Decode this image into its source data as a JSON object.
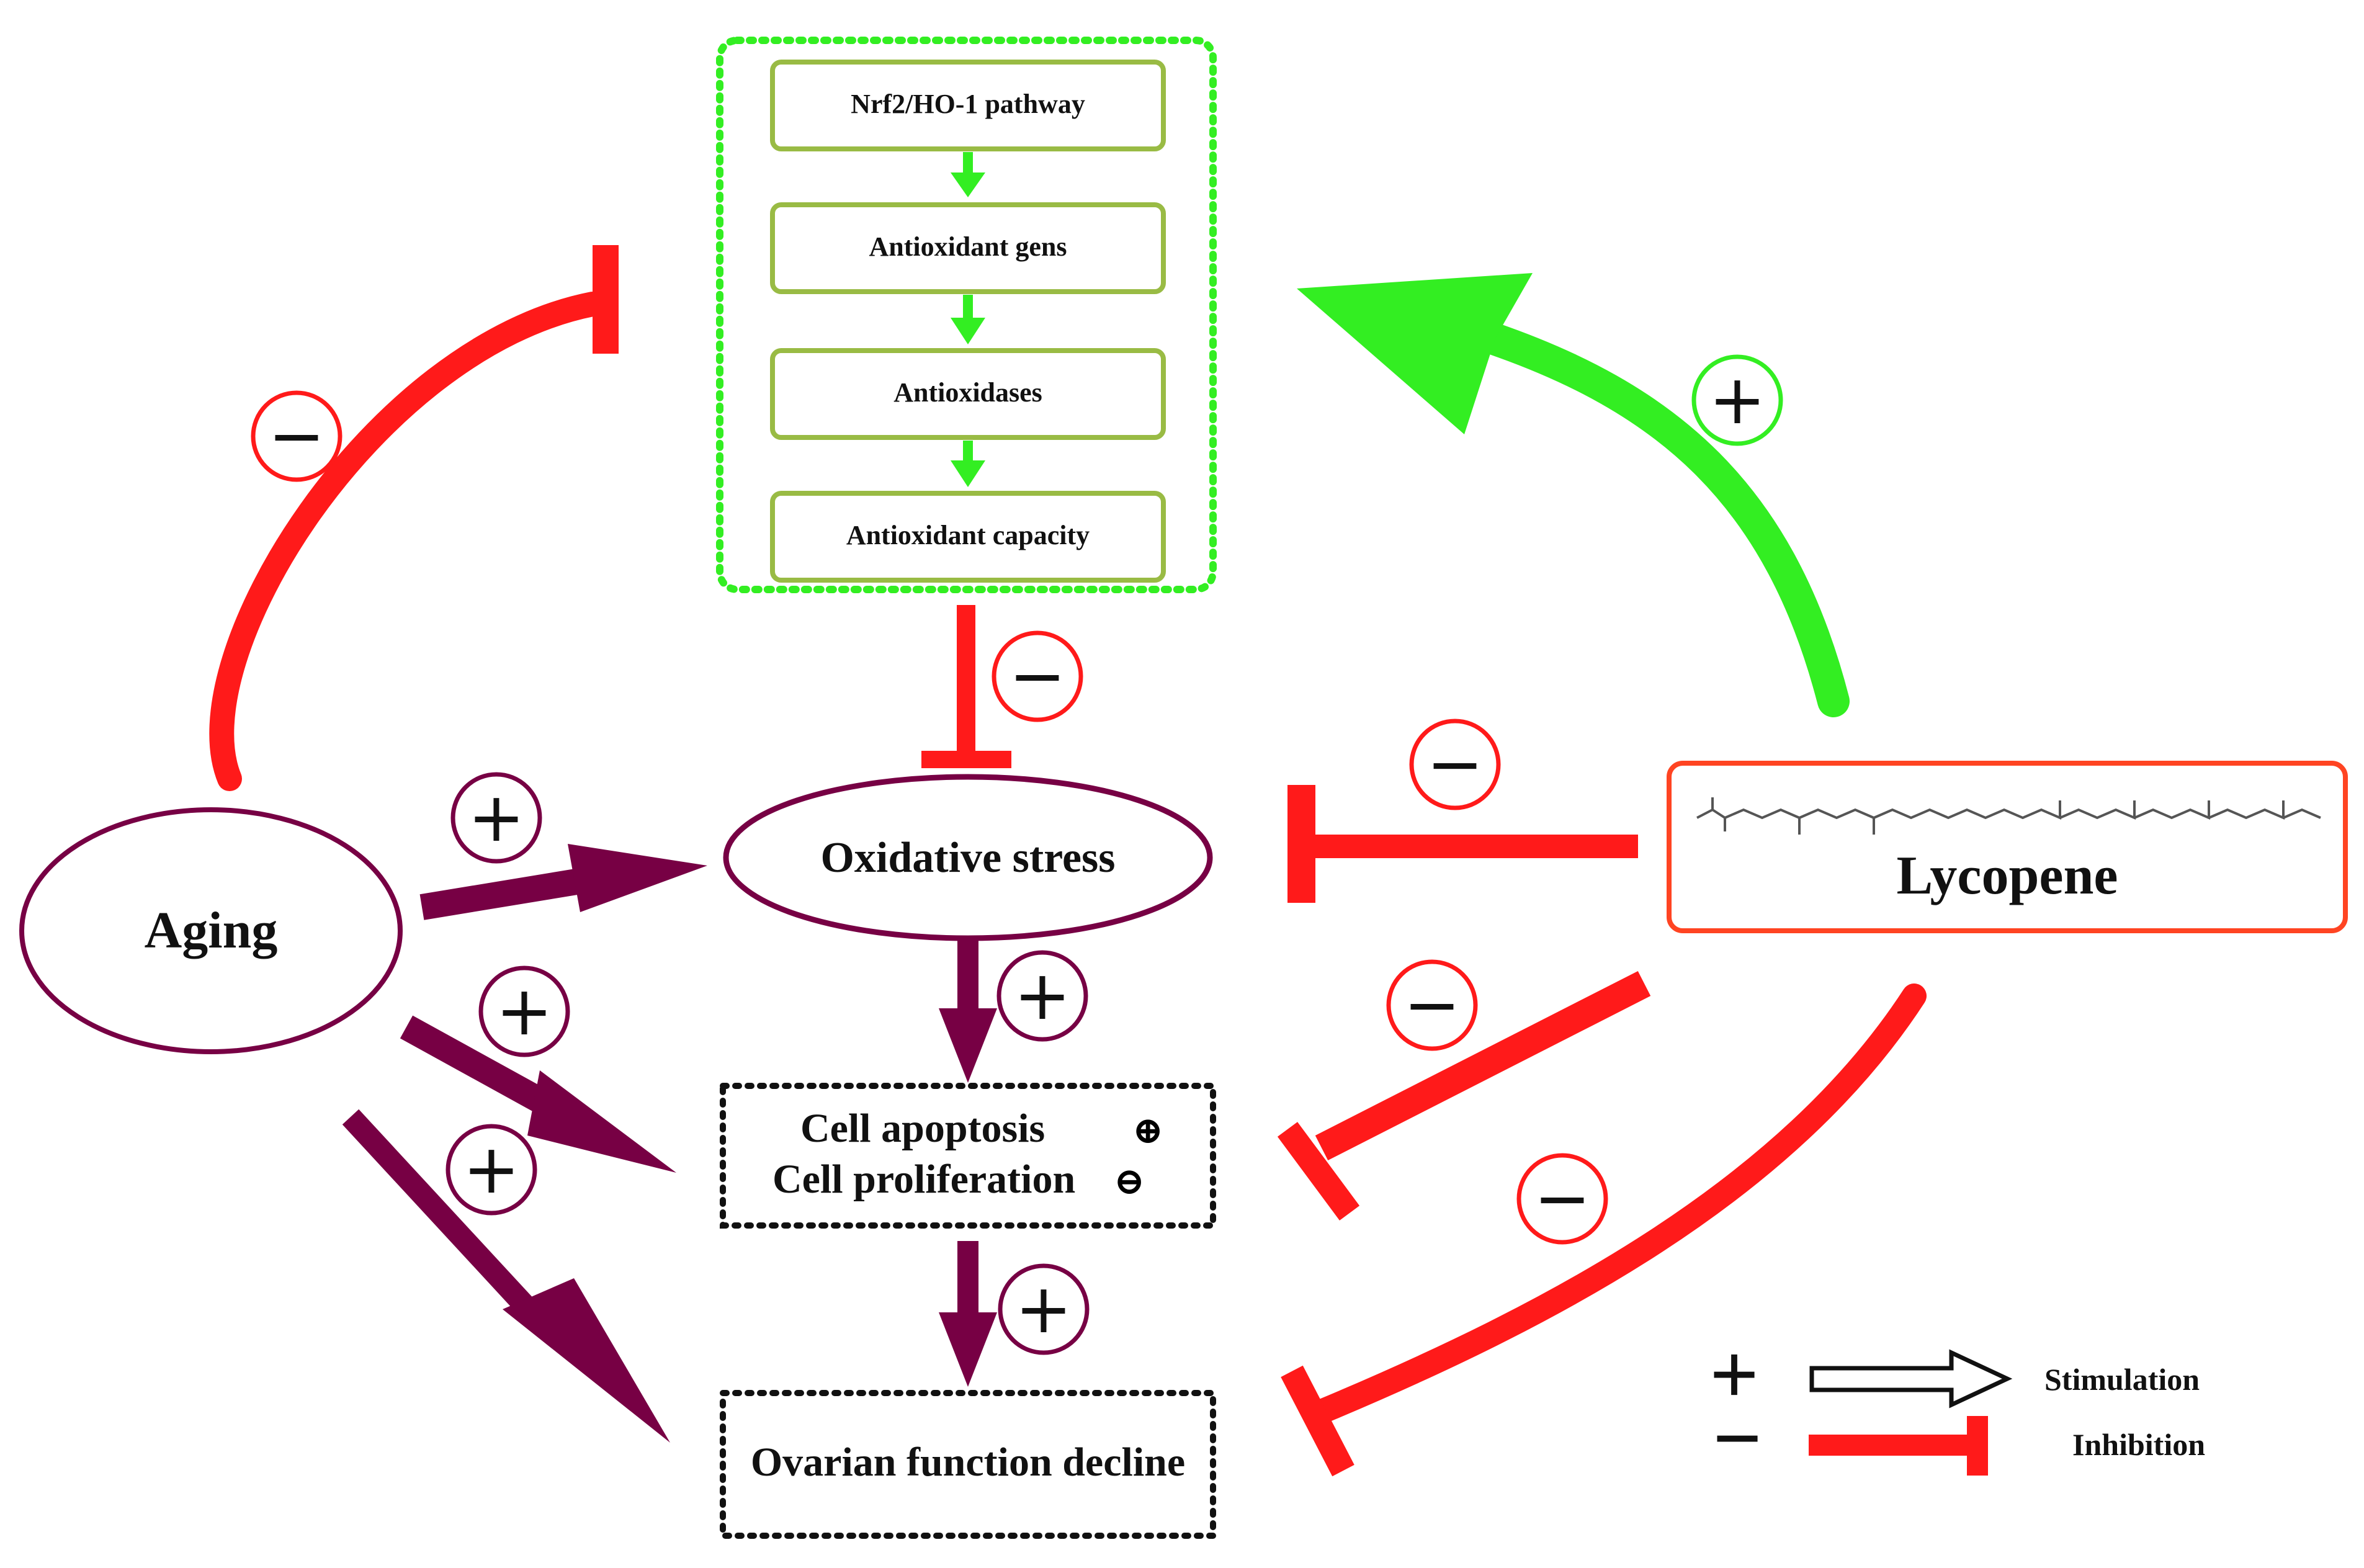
{
  "pathway": {
    "steps": [
      "Nrf2/HO-1 pathway",
      "Antioxidant gens",
      "Antioxidases",
      "Antioxidant capacity"
    ]
  },
  "nodes": {
    "aging": "Aging",
    "oxidative_stress": "Oxidative stress",
    "cell_apoptosis": "Cell apoptosis",
    "cell_proliferation": "Cell proliferation",
    "ovarian_decline": "Ovarian function decline",
    "lycopene": "Lycopene"
  },
  "symbols": {
    "plus": "+",
    "minus": "−",
    "circled_plus": "⊕",
    "circled_minus": "⊖"
  },
  "legend": {
    "stimulation": "Stimulation",
    "inhibition": "Inhibition",
    "plus": "+",
    "minus": "−"
  },
  "colors": {
    "purple": "#770044",
    "red": "#ff1a1a",
    "green": "#33ee22",
    "box_green": "#99bb44",
    "lycopene_border": "#ff4422"
  }
}
